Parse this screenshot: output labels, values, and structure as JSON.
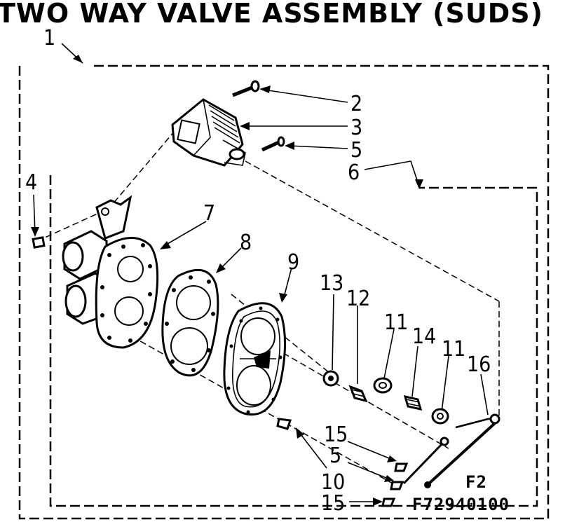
{
  "title": "TWO WAY VALVE ASSEMBLY (SUDS)",
  "callouts": [
    "1",
    "2",
    "3",
    "5",
    "6",
    "4",
    "7",
    "8",
    "9",
    "13",
    "12",
    "11",
    "14",
    "11",
    "16",
    "15",
    "5",
    "10",
    "15"
  ],
  "figure_label": "F2",
  "figure_code": "F72940100"
}
